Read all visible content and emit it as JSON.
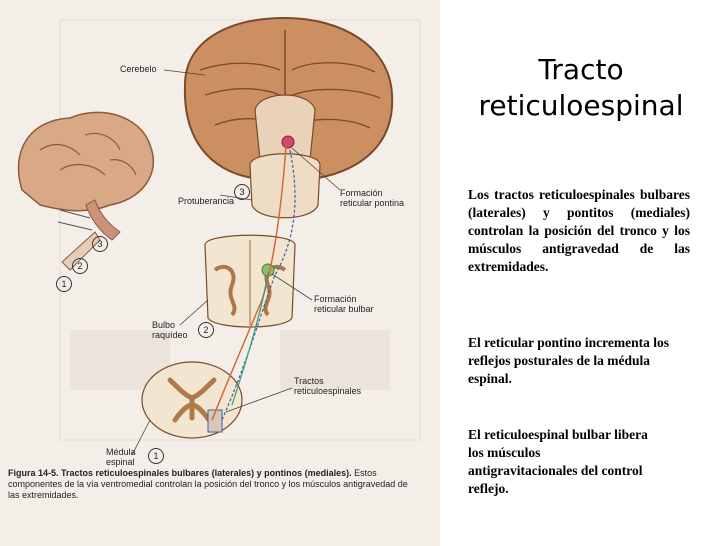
{
  "slide": {
    "title": "Tracto reticuloespinal",
    "paragraphs": [
      "Los tractos reticuloespinales bulbares (laterales) y pontitos (mediales) controlan la posición del tronco y los músculos antigravedad de las extremidades.",
      "El reticular pontino incrementa los reflejos posturales de la médula espinal.",
      "El reticuloespinal bulbar libera los músculos antigravitacionales del control reflejo."
    ]
  },
  "figure": {
    "labels": {
      "cerebelo": "Cerebelo",
      "protuberancia": "Protuberancia",
      "formacion_pontina": "Formación reticular pontina",
      "formacion_bulbar": "Formación reticular bulbar",
      "bulbo": "Bulbo raquídeo",
      "tractos": "Tractos reticuloespinales",
      "medula": "Médula espinal"
    },
    "numbers": [
      "1",
      "2",
      "3"
    ],
    "caption": {
      "id": "Figura 14-5.",
      "title": "Tractos reticuloespinales bulbares (laterales) y pontinos (mediales).",
      "text": "Estos componentes de la vía ventromedial controlan la posición del tronco y los músculos antigravedad de las extremidades."
    }
  }
}
